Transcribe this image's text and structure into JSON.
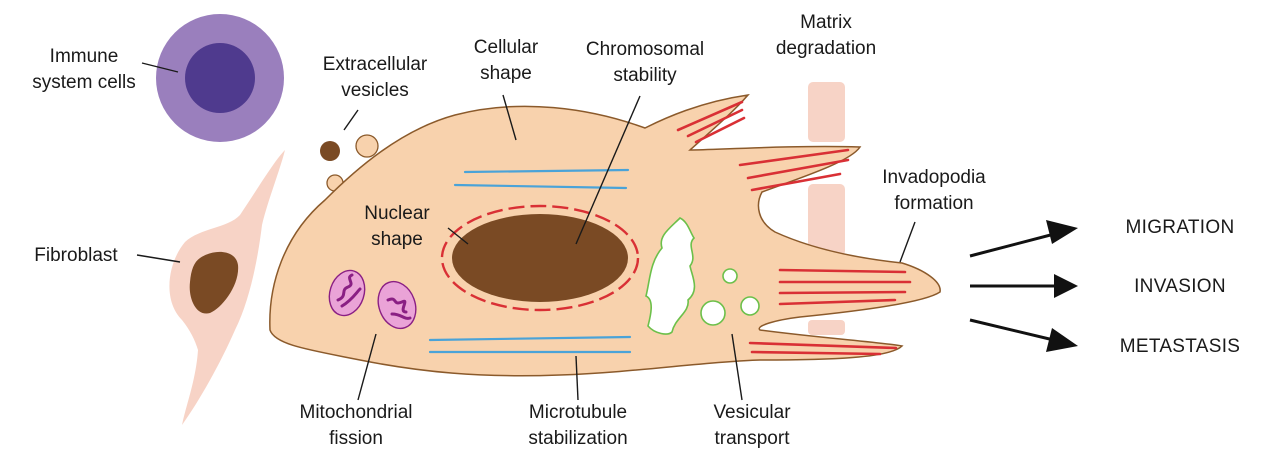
{
  "labels": {
    "immune": [
      "Immune",
      "system cells"
    ],
    "extracellular": [
      "Extracellular",
      "vesicles"
    ],
    "cellular_shape": [
      "Cellular",
      "shape"
    ],
    "chromosomal": [
      "Chromosomal",
      "stability"
    ],
    "matrix": [
      "Matrix",
      "degradation"
    ],
    "invadopodia": [
      "Invadopodia",
      "formation"
    ],
    "fibroblast": [
      "Fibroblast"
    ],
    "nuclear": [
      "Nuclear",
      "shape"
    ],
    "mitochondrial": [
      "Mitochondrial",
      "fission"
    ],
    "microtubule": [
      "Microtubule",
      "stabilization"
    ],
    "vesicular": [
      "Vesicular",
      "transport"
    ]
  },
  "outcomes": [
    "MIGRATION",
    "INVASION",
    "METASTASIS"
  ],
  "colors": {
    "cell_fill": "#f8d2ad",
    "cell_stroke": "#8b5a2b",
    "nucleus": "#7a4a24",
    "nuclear_envelope": "#d93035",
    "actin": "#d93035",
    "microtubule": "#4aa3d8",
    "immune_outer": "#9a7fbd",
    "immune_inner": "#4f3a8e",
    "fibroblast": "#f7d3c6",
    "matrix": "#f7d3c6",
    "mito_fill": "#eaa3d7",
    "mito_crista": "#8a1f84",
    "golgi": "#6cc04a",
    "arrow": "#111111"
  }
}
